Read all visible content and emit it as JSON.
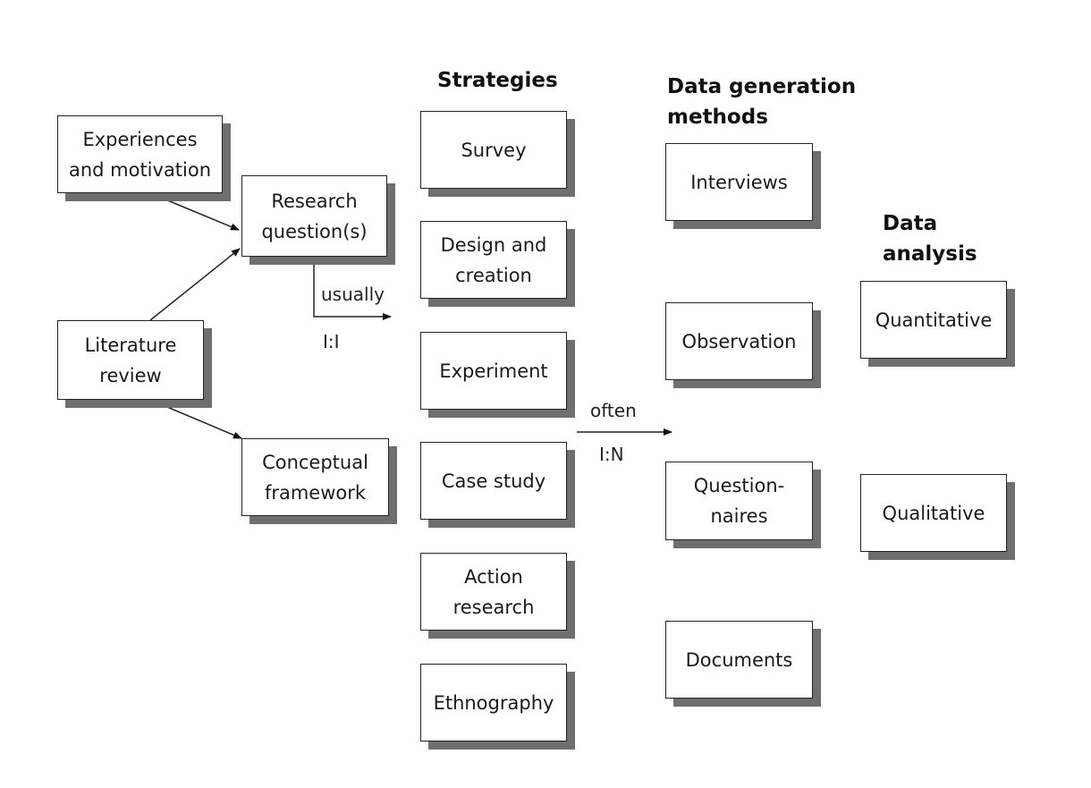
{
  "headings": {
    "strategies": "Strategies",
    "data_generation": "Data generation\nmethods",
    "data_analysis": "Data\nanalysis"
  },
  "boxes": {
    "experiences": "Experiences\nand motivation",
    "research_question": "Research\nquestion(s)",
    "literature_review": "Literature\nreview",
    "conceptual_framework": "Conceptual\nframework"
  },
  "strategies": [
    "Survey",
    "Design and\ncreation",
    "Experiment",
    "Case study",
    "Action\nresearch",
    "Ethnography"
  ],
  "methods": [
    "Interviews",
    "Observation",
    "Question-\nnaires",
    "Documents"
  ],
  "analysis": [
    "Quantitative",
    "Qualitative"
  ],
  "labels": {
    "usually": "usually",
    "one_to_one": "I:I",
    "often": "often",
    "one_to_n": "I:N"
  }
}
